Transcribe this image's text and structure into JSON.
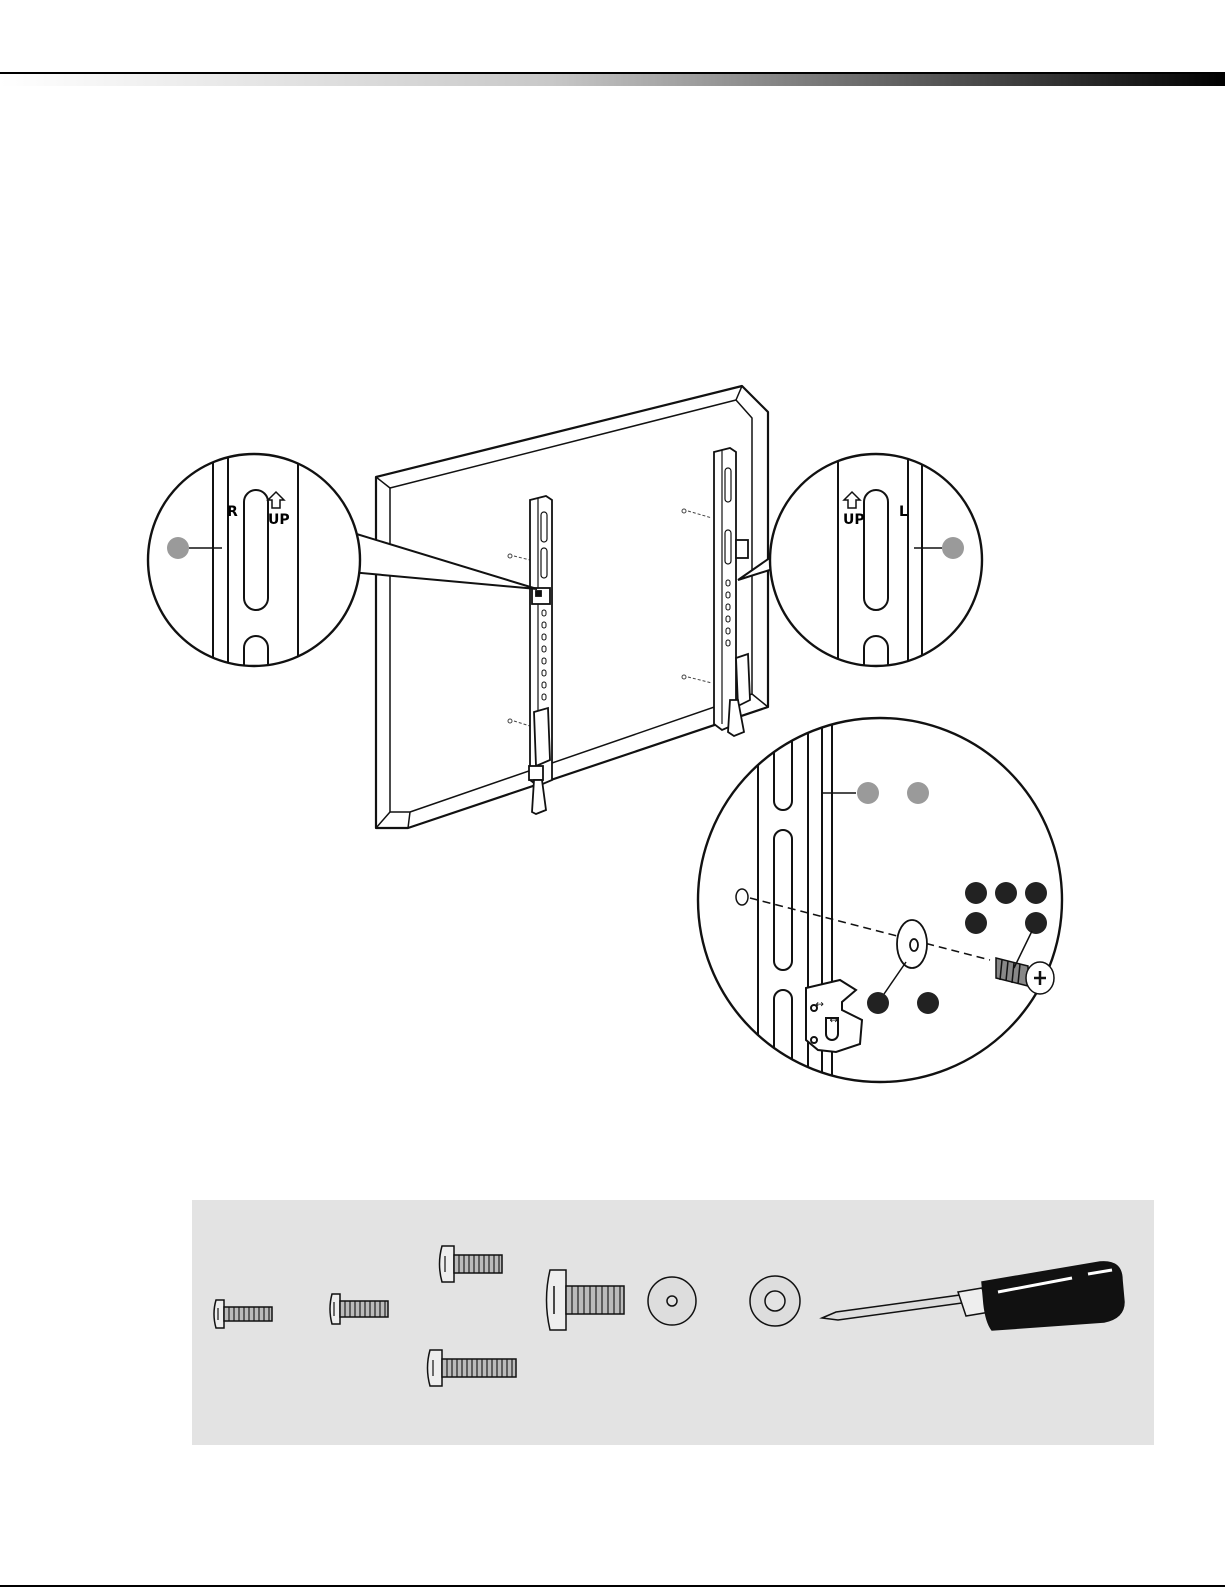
{
  "zoom_right": {
    "side_label": "R",
    "direction_label": "UP"
  },
  "zoom_left": {
    "side_label": "L",
    "direction_label": "UP"
  },
  "colors": {
    "ink": "#111111",
    "callout_grey": "#9a9a9a",
    "callout_dark": "#222222",
    "panel_bg": "#e3e3e3",
    "header_dark": "#000000"
  },
  "icons": {
    "hardware": [
      "screw-icon",
      "screw-icon",
      "screw-icon",
      "screw-icon",
      "screw-icon",
      "washer-icon",
      "washer-icon",
      "screwdriver-icon"
    ]
  }
}
